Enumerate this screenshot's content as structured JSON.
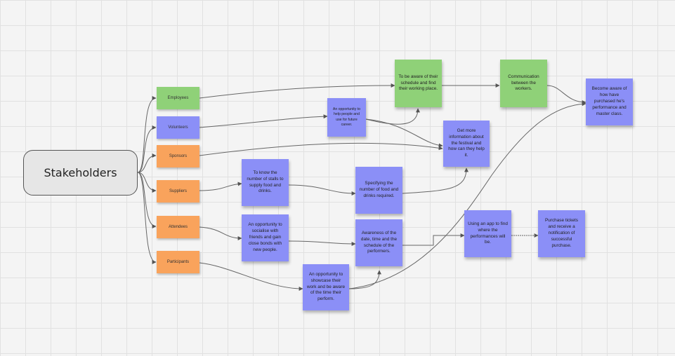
{
  "root": {
    "label": "Stakeholders"
  },
  "colors": {
    "green": "#8fd178",
    "blue": "#8b8ff7",
    "orange": "#f9a35c",
    "line": "#555555"
  },
  "stakeholders": [
    {
      "id": "employees",
      "label": "Employees",
      "color": "green"
    },
    {
      "id": "volunteers",
      "label": "Volunteers",
      "color": "blue"
    },
    {
      "id": "sponsors",
      "label": "Sponsors",
      "color": "orange"
    },
    {
      "id": "suppliers",
      "label": "Suppliers",
      "color": "orange"
    },
    {
      "id": "attendees",
      "label": "Attendees",
      "color": "orange"
    },
    {
      "id": "participants",
      "label": "Participants",
      "color": "orange"
    }
  ],
  "notes": [
    {
      "id": "employees-schedule",
      "text": "To be aware of their schedule and find their working place.",
      "color": "green"
    },
    {
      "id": "employees-communication",
      "text": "Communication between the workers.",
      "color": "green"
    },
    {
      "id": "volunteers-career",
      "text": "An opportunity to help people and use for future career.",
      "color": "blue"
    },
    {
      "id": "festival-info",
      "text": "Get more information about the festival and how can they help it.",
      "color": "blue"
    },
    {
      "id": "performance-awareness",
      "text": "Become aware of how have purchased he's performance and master class.",
      "color": "blue"
    },
    {
      "id": "suppliers-stalls",
      "text": "To know the number of stalls to supply food and drinks.",
      "color": "blue"
    },
    {
      "id": "suppliers-quantity",
      "text": "Specifying the number of food and drinks required.",
      "color": "blue"
    },
    {
      "id": "attendees-socialise",
      "text": "An opportunity to socialise with friends and gain close bonds with new people.",
      "color": "blue"
    },
    {
      "id": "attendees-schedule",
      "text": "Awareness of the date, time and the schedule of the performers.",
      "color": "blue"
    },
    {
      "id": "attendees-app",
      "text": "Using an app to find where the performances will be.",
      "color": "blue"
    },
    {
      "id": "attendees-tickets",
      "text": "Purchase tickets and receive a notification of successful purchase.",
      "color": "blue"
    },
    {
      "id": "participants-showcase",
      "text": "An opportunity to showcase their work and be aware of the time their perform.",
      "color": "blue"
    }
  ]
}
